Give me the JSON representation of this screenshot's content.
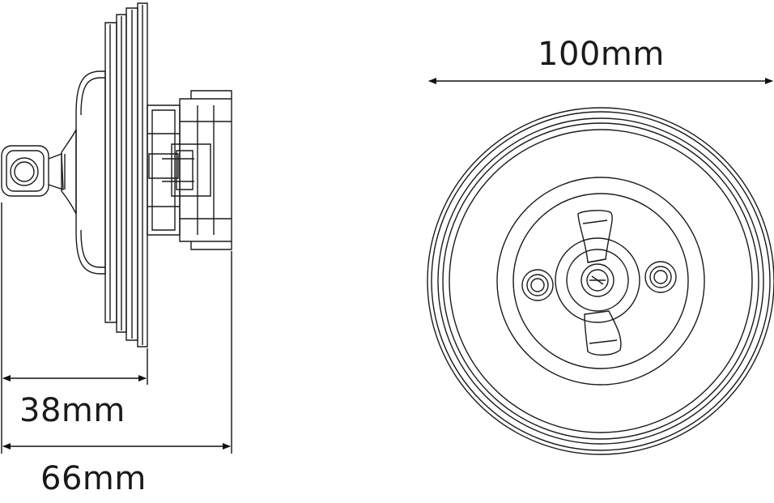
{
  "dimensions": {
    "diameter": "100mm",
    "body_depth": "38mm",
    "total_depth": "66mm"
  }
}
